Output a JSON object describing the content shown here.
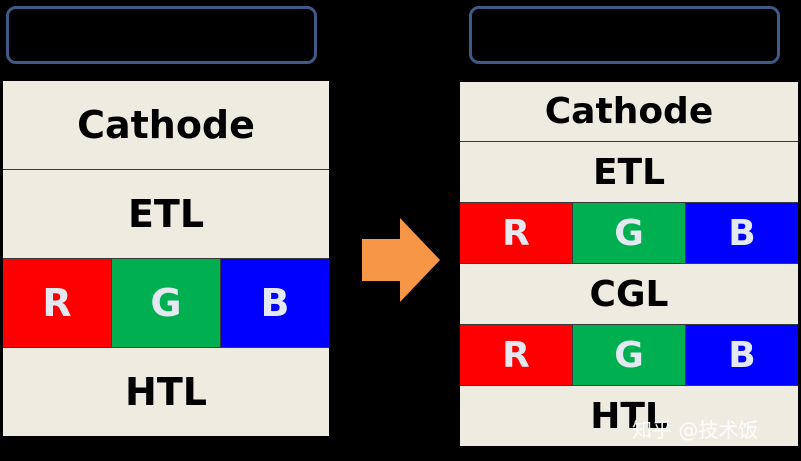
{
  "left_stack": {
    "cathode": "Cathode",
    "etl": "ETL",
    "r": "R",
    "g": "G",
    "b": "B",
    "htl": "HTL"
  },
  "right_stack": {
    "cathode": "Cathode",
    "etl": "ETL",
    "r1": "R",
    "g1": "G",
    "b1": "B",
    "cgl": "CGL",
    "r2": "R",
    "g2": "G",
    "b2": "B",
    "htl": "HTL"
  },
  "watermark": "知乎 @技术饭",
  "colors": {
    "red": "#ff0000",
    "green": "#00b050",
    "blue": "#0000ff",
    "layer": "#eeece1",
    "arrow": "#f79646",
    "label_border": "#3e5a86"
  }
}
